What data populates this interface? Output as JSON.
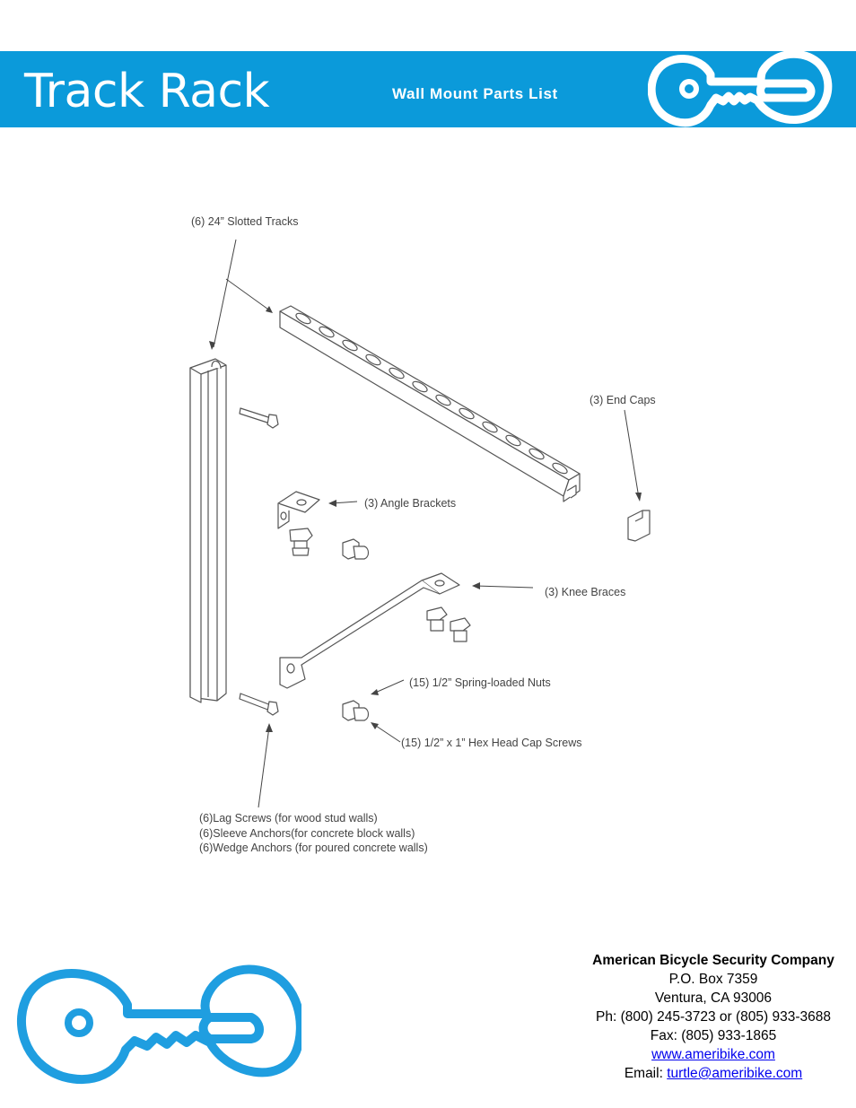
{
  "header": {
    "title": "Track Rack",
    "subtitle": "Wall Mount Parts List",
    "brand_color": "#0b9ada"
  },
  "diagram": {
    "labels": {
      "slotted_tracks": "(6) 24” Slotted Tracks",
      "end_caps": "(3) End Caps",
      "angle_brackets": "(3) Angle Brackets",
      "knee_braces": "(3) Knee Braces",
      "spring_nuts": "(15) 1/2” Spring-loaded Nuts",
      "cap_screws": "(15) 1/2” x 1” Hex Head Cap Screws",
      "anchors_1": "(6)Lag Screws (for wood stud walls)",
      "anchors_2": "(6)Sleeve Anchors(for concrete block walls)",
      "anchors_3": "(6)Wedge Anchors (for poured concrete walls)"
    }
  },
  "company": {
    "name": "American Bicycle Security Company",
    "po_box": "P.O. Box 7359",
    "city": "Ventura, CA 93006",
    "phone": "Ph: (800) 245-3723 or (805) 933-3688",
    "fax": "Fax: (805) 933-1865",
    "website": "www.ameribike.com",
    "email_label": "Email:",
    "email": "turtle@ameribike.com"
  },
  "icons": {
    "header_logo": "key-logo-icon",
    "footer_logo": "key-logo-icon"
  }
}
